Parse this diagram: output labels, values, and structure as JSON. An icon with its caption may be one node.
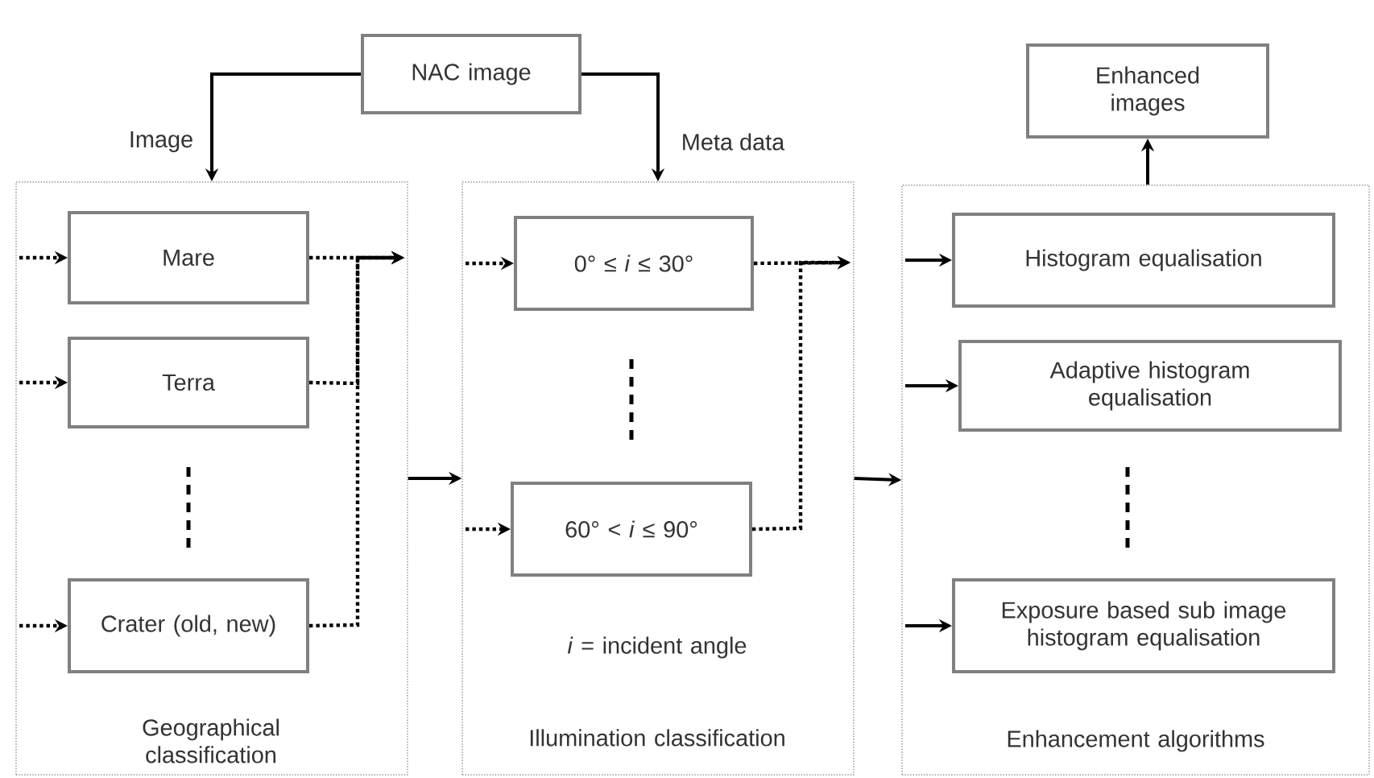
{
  "diagram": {
    "nodes": [
      {
        "text": [
          "NAC image"
        ]
      },
      {
        "text": [
          "Geographical classification"
        ]
      },
      {
        "text": [
          "Mare"
        ],
        "in": 1
      },
      {
        "text": [
          "Terra"
        ],
        "in": 1
      },
      {
        "text": [
          "Crater (old, new)"
        ],
        "in": 1
      },
      {
        "text": [
          "*i* = incident angle",
          "Illumination classification"
        ]
      },
      {
        "text": [
          "0° ≤ *i* ≤ 30°"
        ],
        "in": 5
      },
      {
        "text": [
          "60° < *i* ≤ 90°"
        ],
        "in": 5
      },
      {
        "text": [
          "Enhancement algorithms"
        ]
      },
      {
        "text": [
          "Histogram equalisation"
        ],
        "in": 8
      },
      {
        "text": [
          "Adaptive histogram equalisation"
        ],
        "in": 8
      },
      {
        "text": [
          "Exposure based sub image histogram equalisation"
        ],
        "in": 8
      },
      {
        "text": [
          "Enhanced images"
        ]
      }
    ],
    "edges": [
      {
        "from": 0,
        "to": 1,
        "arrow": "to",
        "label": "Image"
      },
      {
        "from": 0,
        "to": 5,
        "arrow": "to",
        "label": "Meta data"
      },
      {
        "from": null,
        "to": 2,
        "arrow": "to",
        "style": "dashed"
      },
      {
        "from": null,
        "to": 3,
        "arrow": "to",
        "style": "dashed"
      },
      {
        "from": null,
        "to": 4,
        "arrow": "to",
        "style": "dashed"
      },
      {
        "from": 2,
        "to": null,
        "arrow": "to",
        "style": "dashed"
      },
      {
        "from": 3,
        "to": null,
        "arrow": "to",
        "style": "dashed"
      },
      {
        "from": 4,
        "to": null,
        "arrow": "to",
        "style": "dashed"
      },
      {
        "from": 1,
        "to": 5,
        "arrow": "to"
      },
      {
        "from": null,
        "to": 6,
        "arrow": "to",
        "style": "dashed"
      },
      {
        "from": null,
        "to": 7,
        "arrow": "to",
        "style": "dashed"
      },
      {
        "from": 6,
        "to": null,
        "arrow": "to",
        "style": "dashed"
      },
      {
        "from": 7,
        "to": null,
        "arrow": "to",
        "style": "dashed"
      },
      {
        "from": 5,
        "to": 8,
        "arrow": "to"
      },
      {
        "from": null,
        "to": 9,
        "arrow": "to"
      },
      {
        "from": null,
        "to": 10,
        "arrow": "to"
      },
      {
        "from": null,
        "to": 11,
        "arrow": "to"
      },
      {
        "from": 8,
        "to": 12,
        "arrow": "to"
      }
    ]
  }
}
